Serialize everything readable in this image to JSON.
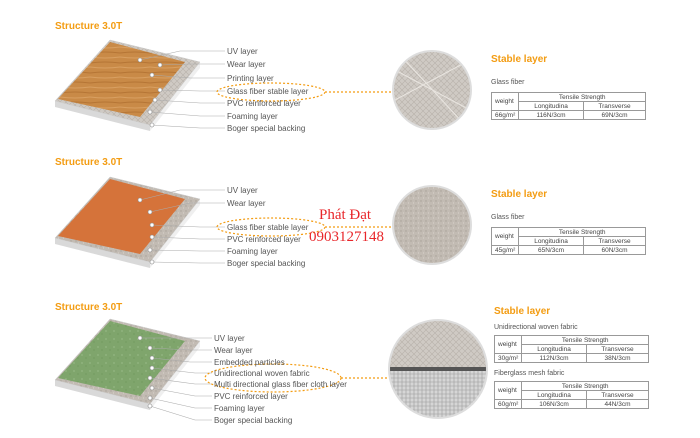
{
  "sections": [
    {
      "title": "Structure  3.0T",
      "layers": [
        "UV layer",
        "Wear layer",
        "Printing layer",
        "Glass fiber stable layer",
        "PVC reinforced layer",
        "Foaming layer",
        "Boger special backing"
      ],
      "stable_title": "Stable layer",
      "fabric": "Glass fiber",
      "table": {
        "weight_label": "weight",
        "header": "Tensile Strength",
        "col1": "Longitudina",
        "col2": "Transverse",
        "weight": "66g/m²",
        "v1": "116N/3cm",
        "v2": "69N/3cm"
      }
    },
    {
      "title": "Structure  3.0T",
      "layers": [
        "UV layer",
        "Wear layer",
        "Glass fiber stable layer",
        "PVC reinforced layer",
        "Foaming layer",
        "Boger special backing"
      ],
      "stable_title": "Stable layer",
      "fabric": "Glass fiber",
      "table": {
        "weight_label": "weight",
        "header": "Tensile Strength",
        "col1": "Longitudina",
        "col2": "Transverse",
        "weight": "45g/m²",
        "v1": "65N/3cm",
        "v2": "60N/3cm"
      }
    },
    {
      "title": "Structure 3.0T",
      "layers": [
        "UV layer",
        "Wear layer",
        "Embedded particles",
        "Unidirectional woven fabric",
        "Multi directional glass fiber cloth layer",
        "PVC reinforced layer",
        "Foaming layer",
        "Boger special backing"
      ],
      "stable_title": "Stable layer",
      "fabric": "Unidirectional woven fabric",
      "table": {
        "weight_label": "weight",
        "header": "Tensile Strength",
        "col1": "Longitudina",
        "col2": "Transverse",
        "weight": "30g/m²",
        "v1": "112N/3cm",
        "v2": "38N/3cm"
      },
      "fabric2": "Fiberglass mesh fabric",
      "table2": {
        "weight_label": "weight",
        "header": "Tensile Strength",
        "col1": "Longitudina",
        "col2": "Transverse",
        "weight": "60g/m²",
        "v1": "106N/3cm",
        "v2": "44N/3cm"
      }
    }
  ],
  "watermark": {
    "line1": "Phát Đạt",
    "line2": "0903127148"
  },
  "colors": {
    "accent": "#f39c12",
    "wood": "#c98a47",
    "orange_top": "#d5733a",
    "green_top": "#7fa56c",
    "watermark": "#e8262a"
  }
}
